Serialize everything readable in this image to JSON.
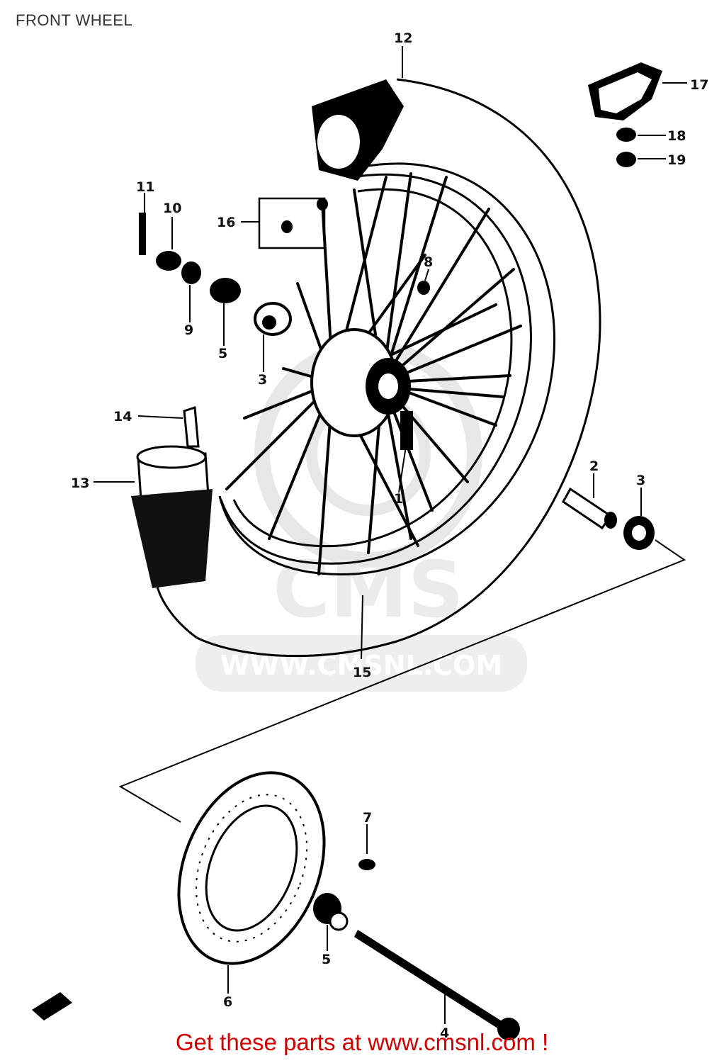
{
  "header": {
    "title": "FRONT WHEEL"
  },
  "watermark": {
    "text": "WWW.CMSNL.COM",
    "logo_text": "CMS",
    "color": "#c8c8c8"
  },
  "diagram": {
    "callouts": [
      "1",
      "2",
      "3",
      "3",
      "4",
      "5",
      "5",
      "6",
      "7",
      "8",
      "9",
      "10",
      "11",
      "12",
      "13",
      "14",
      "15",
      "16",
      "17",
      "18",
      "19"
    ]
  },
  "footer": {
    "link_text": "Get these parts at www.cmsnl.com !",
    "color": "#d40000"
  }
}
